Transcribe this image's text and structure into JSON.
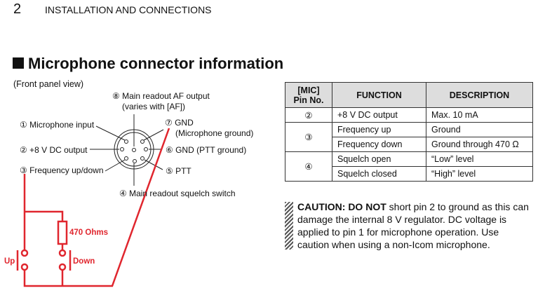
{
  "header": {
    "page_number": "2",
    "section": "INSTALLATION AND CONNECTIONS"
  },
  "title": "Microphone connector information",
  "diagram": {
    "view": "(Front panel view)",
    "pin8": "⑧ Main readout AF output",
    "pin8b": "(varies with [AF])",
    "pin1": "① Microphone input",
    "pin2": "② +8 V DC output",
    "pin3": "③ Frequency up/down",
    "pin7": "⑦ GND",
    "pin7b": "(Microphone ground)",
    "pin6": "⑥ GND (PTT ground)",
    "pin5": "⑤ PTT",
    "pin4": "④ Main readout squelch switch",
    "resistor": "470 Ohms",
    "up": "Up",
    "down": "Down"
  },
  "table": {
    "headers": [
      "[MIC]",
      "Pin No.",
      "FUNCTION",
      "DESCRIPTION"
    ],
    "rows": [
      {
        "pin": "②",
        "function": "+8 V DC output",
        "description": "Max. 10 mA"
      },
      {
        "pin": "③",
        "function": "Frequency up",
        "description": "Ground"
      },
      {
        "function": "Frequency down",
        "description": "Ground through 470 Ω"
      },
      {
        "pin": "④",
        "function": "Squelch open",
        "description": "“Low” level"
      },
      {
        "function": "Squelch closed",
        "description": "“High” level"
      }
    ]
  },
  "caution": {
    "label": "CAUTION: DO NOT",
    "text": " short pin 2 to ground as this can damage the internal 8 V regulator. DC voltage is applied to pin 1 for microphone operation. Use caution when using a non-Icom microphone."
  },
  "colors": {
    "wire": "#e0262e"
  }
}
